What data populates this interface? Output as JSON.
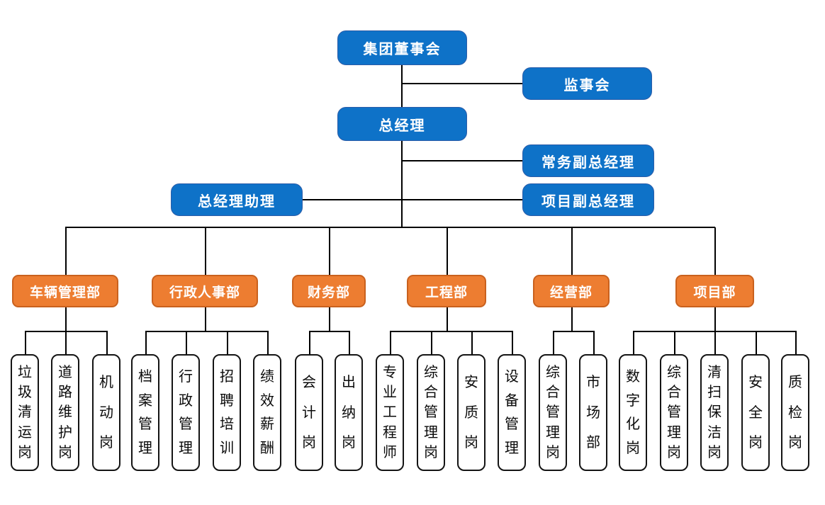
{
  "executive": {
    "board": "集团董事会",
    "supervisory_board": "监事会",
    "general_manager": "总经理",
    "executive_deputy_gm": "常务副总经理",
    "project_deputy_gm": "项目副总经理",
    "gm_assistant": "总经理助理"
  },
  "departments": [
    {
      "label": "车辆管理部",
      "positions": [
        "垃圾清运岗",
        "道路维护岗",
        "机动岗"
      ]
    },
    {
      "label": "行政人事部",
      "positions": [
        "档案管理",
        "行政管理",
        "招聘培训",
        "绩效薪酬"
      ]
    },
    {
      "label": "财务部",
      "positions": [
        "会计岗",
        "出纳岗"
      ]
    },
    {
      "label": "工程部",
      "positions": [
        "专业工程师",
        "综合管理岗",
        "安质岗",
        "设备管理"
      ]
    },
    {
      "label": "经营部",
      "positions": [
        "综合管理岗",
        "市场部"
      ]
    },
    {
      "label": "项目部",
      "positions": [
        "数字化岗",
        "综合管理岗",
        "清扫保洁岗",
        "安全岗",
        "质检岗"
      ]
    }
  ],
  "colors": {
    "executive_fill": "#0E72C8",
    "executive_border": "#2B5CA8",
    "department_fill": "#ED7D31",
    "department_border": "#C9611E",
    "position_fill": "#FFFFFF",
    "position_border": "#141414",
    "connector": "#000000"
  }
}
